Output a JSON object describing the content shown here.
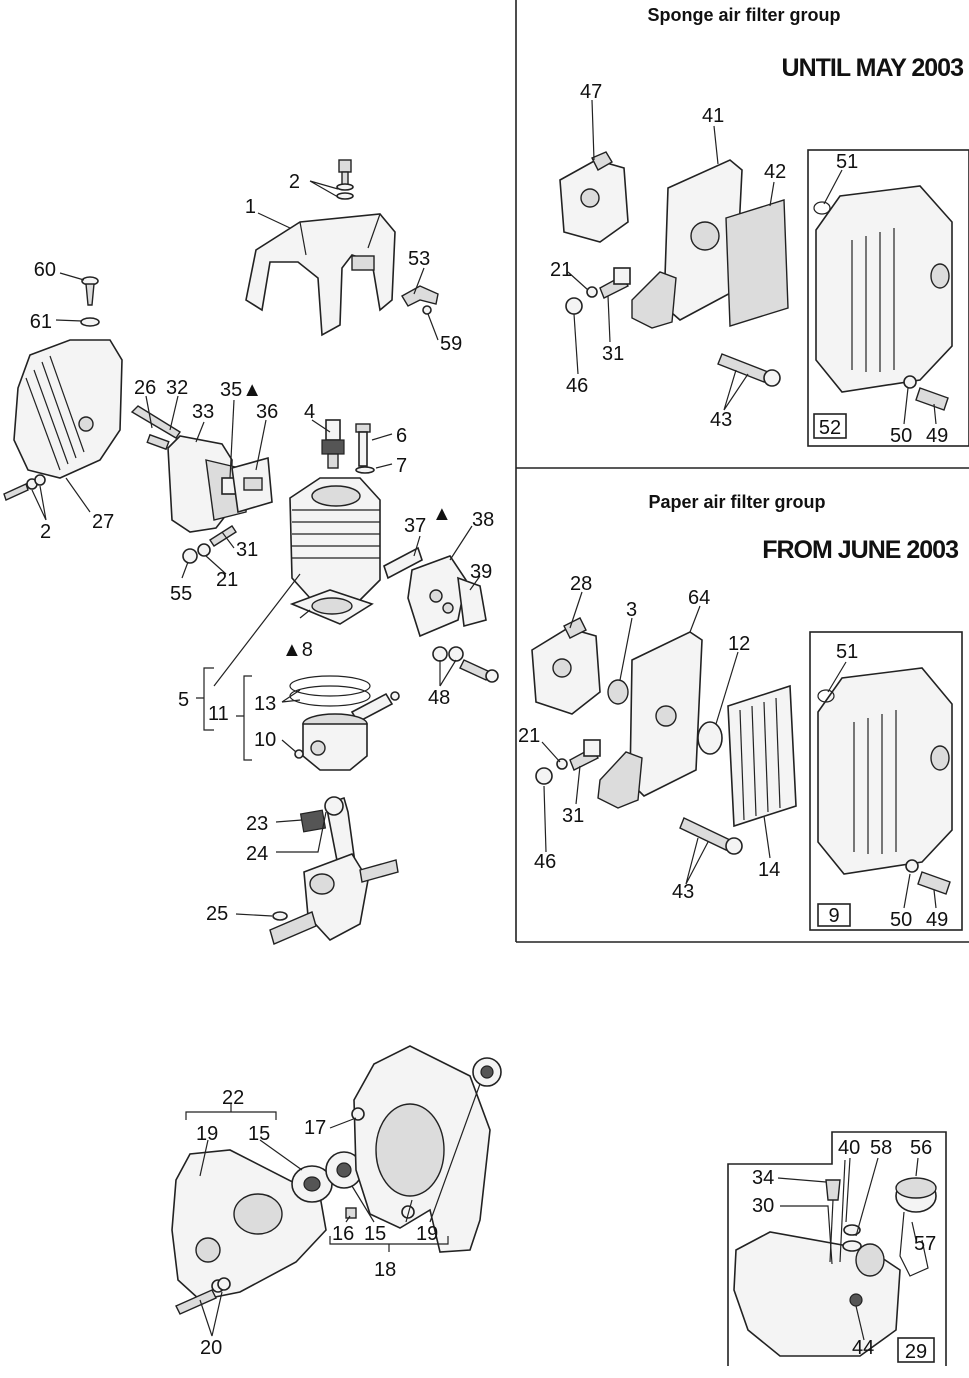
{
  "panels": {
    "sponge": {
      "title": "Sponge air filter group",
      "banner": "UNTIL MAY 2003",
      "box_label": "52"
    },
    "paper": {
      "title": "Paper air filter group",
      "banner": "FROM JUNE 2003",
      "box_label": "9"
    },
    "tank": {
      "box_label": "29"
    }
  },
  "callouts": {
    "c1": "1",
    "c2a": "2",
    "c2b": "2",
    "c4": "4",
    "c5": "5",
    "c6": "6",
    "c7": "7",
    "c8": "▲8",
    "c10": "10",
    "c11": "11",
    "c13": "13",
    "c21a": "21",
    "c23": "23",
    "c24": "24",
    "c25": "25",
    "c26": "26",
    "c27": "27",
    "c31a": "31",
    "c32": "32",
    "c33": "33",
    "c35": "35▲",
    "c36": "36",
    "c37": "37",
    "c37tri": "▲",
    "c38": "38",
    "c39": "39",
    "c48": "48",
    "c53": "53",
    "c55": "55",
    "c59": "59",
    "c60": "60",
    "c61": "61",
    "s47": "47",
    "s41": "41",
    "s42": "42",
    "s51": "51",
    "s21": "21",
    "s31": "31",
    "s46": "46",
    "s43": "43",
    "s50": "50",
    "s49": "49",
    "p28": "28",
    "p3": "3",
    "p64": "64",
    "p12": "12",
    "p51": "51",
    "p21": "21",
    "p31": "31",
    "p46": "46",
    "p43": "43",
    "p14": "14",
    "p50": "50",
    "p49": "49",
    "k22": "22",
    "k19a": "19",
    "k15a": "15",
    "k17": "17",
    "k16": "16",
    "k15b": "15",
    "k19b": "19",
    "k18": "18",
    "k20": "20",
    "t34": "34",
    "t40": "40",
    "t58": "58",
    "t56": "56",
    "t30": "30",
    "t57": "57",
    "t44": "44"
  }
}
